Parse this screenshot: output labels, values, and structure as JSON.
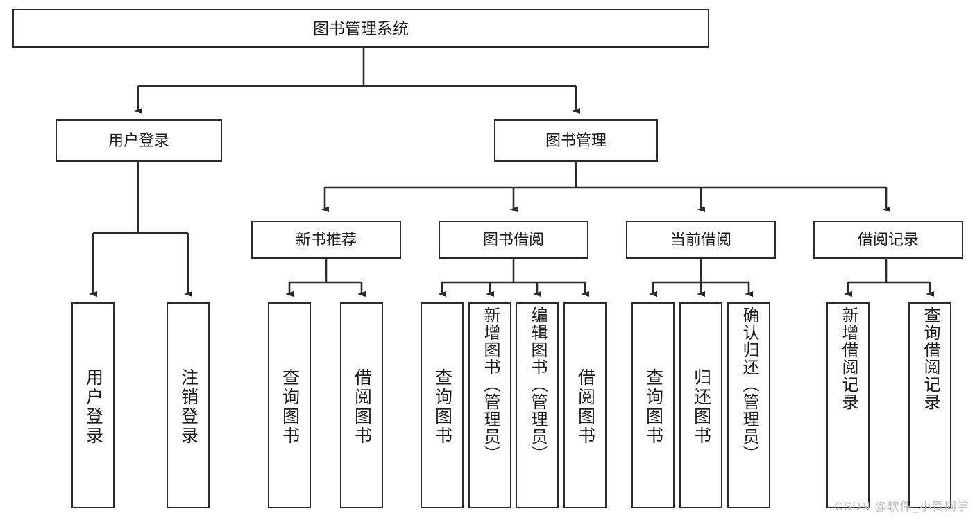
{
  "diagram": {
    "title": "图书管理系统",
    "type": "tree-hierarchy",
    "watermark": "CSDN @软件_小贺同学",
    "colors": {
      "background": "#ffffff",
      "border": "#2b2b2b",
      "text": "#1c1c1c",
      "edge": "#2b2b2b",
      "watermark": "#b9b9b9"
    },
    "nodes": {
      "root": {
        "label": "图书管理系统"
      },
      "level2": [
        {
          "label": "用户登录"
        },
        {
          "label": "图书管理"
        }
      ],
      "level3": [
        {
          "label": "新书推荐"
        },
        {
          "label": "图书借阅"
        },
        {
          "label": "当前借阅"
        },
        {
          "label": "借阅记录"
        }
      ],
      "leaves": {
        "user_login": [
          {
            "label": "用户登录"
          },
          {
            "label": "注销登录"
          }
        ],
        "new_book_recommend": [
          {
            "label": "查询图书"
          },
          {
            "label": "借阅图书"
          }
        ],
        "book_borrow": [
          {
            "label": "查询图书"
          },
          {
            "label": "新增图书（管理员）"
          },
          {
            "label": "编辑图书（管理员）"
          },
          {
            "label": "借阅图书"
          }
        ],
        "current_borrow": [
          {
            "label": "查询图书"
          },
          {
            "label": "归还图书"
          },
          {
            "label": "确认归还（管理员）"
          }
        ],
        "borrow_record": [
          {
            "label": "新增借阅记录"
          },
          {
            "label": "查询借阅记录"
          }
        ]
      }
    }
  }
}
